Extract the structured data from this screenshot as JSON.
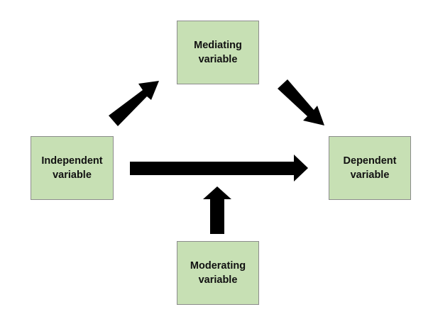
{
  "nodes": {
    "mediating": {
      "line1": "Mediating",
      "line2": "variable"
    },
    "independent": {
      "line1": "Independent",
      "line2": "variable"
    },
    "dependent": {
      "line1": "Dependent",
      "line2": "variable"
    },
    "moderating": {
      "line1": "Moderating",
      "line2": "variable"
    }
  },
  "edges": [
    {
      "from": "independent",
      "to": "mediating"
    },
    {
      "from": "mediating",
      "to": "dependent"
    },
    {
      "from": "independent",
      "to": "dependent"
    },
    {
      "from": "moderating",
      "to": "independent-dependent-edge"
    }
  ],
  "colors": {
    "node_fill": "#c7e0b4",
    "node_border": "#8c8c8c",
    "arrow": "#000000"
  }
}
